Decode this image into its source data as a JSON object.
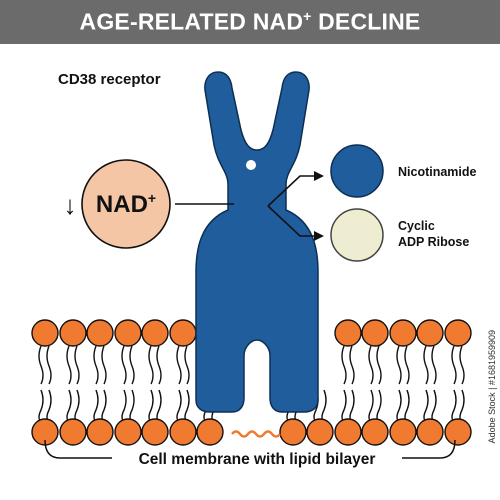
{
  "title": {
    "main": "AGE-RELATED NAD",
    "sup": "+",
    "rest": " DECLINE"
  },
  "receptor_label": "CD38 receptor",
  "nad": {
    "text": "NAD",
    "sup": "+",
    "arrow": "↓"
  },
  "products": [
    {
      "label_lines": [
        "Nicotinamide"
      ]
    },
    {
      "label_lines": [
        "Cyclic",
        "ADP Ribose"
      ]
    }
  ],
  "membrane_label": "Cell membrane with lipid bilayer",
  "watermark": "Adobe Stock | #1681959909",
  "colors": {
    "banner": "#6b6b6b",
    "receptor": "#1f5d9c",
    "nad_fill": "#f5c6a5",
    "nicotinamide": "#1f5d9c",
    "adp_ribose": "#eeedd1",
    "lipid_head": "#f07a30",
    "lipid_accent": "#f07a30"
  }
}
